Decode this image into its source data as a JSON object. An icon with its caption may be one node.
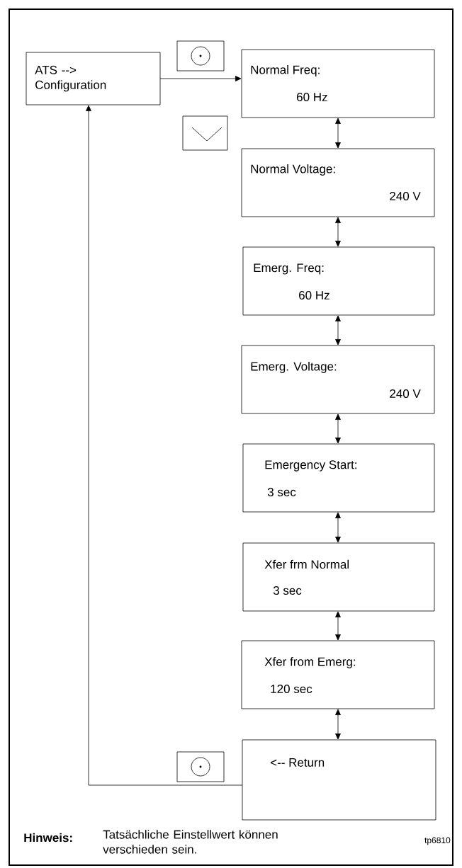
{
  "diagram": {
    "nodes": [
      {
        "text": [
          "ATS --> Configuration"
        ]
      },
      {
        "text": [
          "Normal Freq:",
          "60 Hz"
        ]
      },
      {
        "text": [
          "Normal Voltage:",
          "240 V"
        ]
      },
      {
        "text": [
          "Emerg. Freq:",
          "60 Hz"
        ]
      },
      {
        "text": [
          "Emerg. Voltage:",
          "240 V"
        ]
      },
      {
        "text": [
          "Emergency Start:",
          "3 sec"
        ]
      },
      {
        "text": [
          "Xfer frm Normal",
          "3 sec"
        ]
      },
      {
        "text": [
          "Xfer from Emerg:",
          "120 sec"
        ]
      },
      {
        "text": [
          "<-- Return"
        ]
      }
    ],
    "edges": [
      {
        "from": 0,
        "to": 1,
        "arrow": "to"
      },
      {
        "from": 1,
        "to": 2,
        "arrow": "both"
      },
      {
        "from": 2,
        "to": 3,
        "arrow": "both"
      },
      {
        "from": 3,
        "to": 4,
        "arrow": "both"
      },
      {
        "from": 4,
        "to": 5,
        "arrow": "both"
      },
      {
        "from": 5,
        "to": 6,
        "arrow": "both"
      },
      {
        "from": 6,
        "to": 7,
        "arrow": "both"
      },
      {
        "from": 7,
        "to": 8,
        "arrow": "both"
      },
      {
        "from": 8,
        "to": 0,
        "arrow": "to"
      }
    ],
    "labels": [
      "Hinweis:",
      "Tatsächliche Einstellwert können verschieden sein.",
      "tp6810"
    ]
  }
}
